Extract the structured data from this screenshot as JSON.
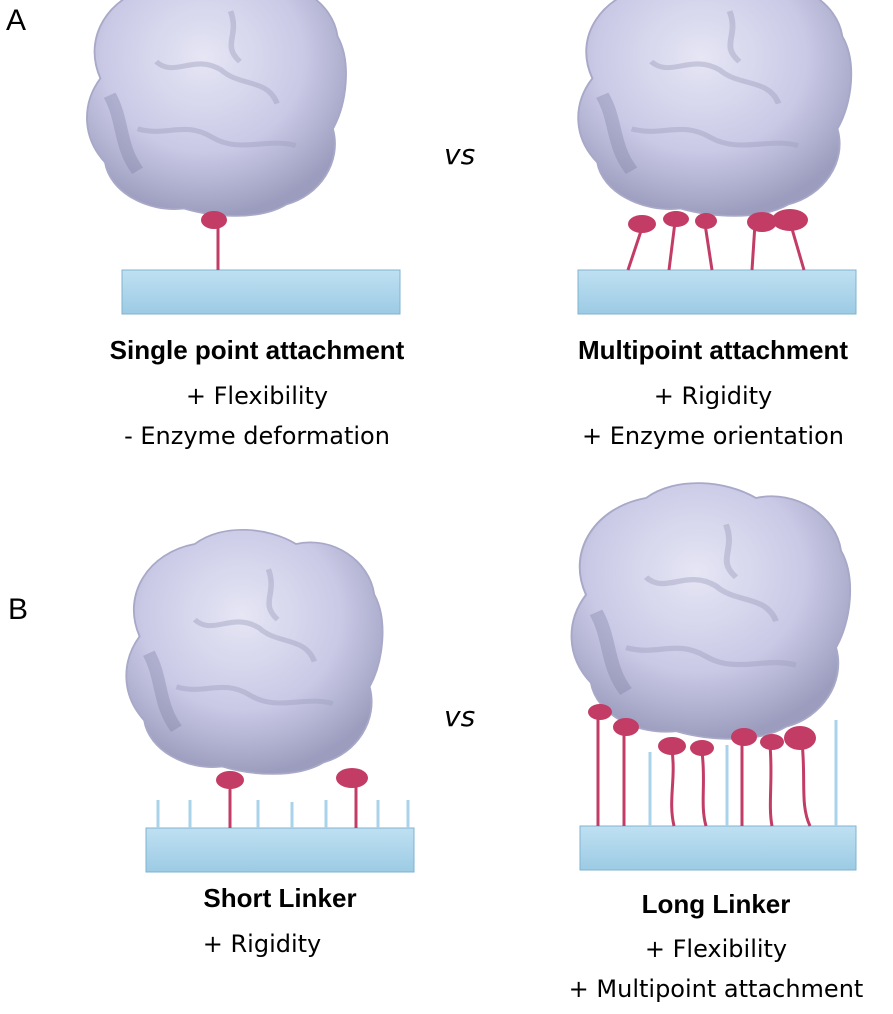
{
  "panels": {
    "a": {
      "label": "A",
      "vs": "vs",
      "left": {
        "title": "Single point attachment",
        "note1": "+ Flexibility",
        "note2": "- Enzyme deformation"
      },
      "right": {
        "title": "Multipoint attachment",
        "note1": "+ Rigidity",
        "note2": "+ Enzyme orientation"
      }
    },
    "b": {
      "label": "B",
      "vs": "vs",
      "left": {
        "title": "Short Linker",
        "note1": "+ Rigidity"
      },
      "right": {
        "title": "Long Linker",
        "note1": "+ Flexibility",
        "note2": "+ Multipoint attachment"
      }
    }
  },
  "colors": {
    "enzyme": "#c9c9e6",
    "enzyme_shadow": "#8f8fb0",
    "attachment": "#c23c66",
    "support": "#a9d3ea",
    "support_edge": "#7fb3cf",
    "linker": "#a9d3ea"
  }
}
